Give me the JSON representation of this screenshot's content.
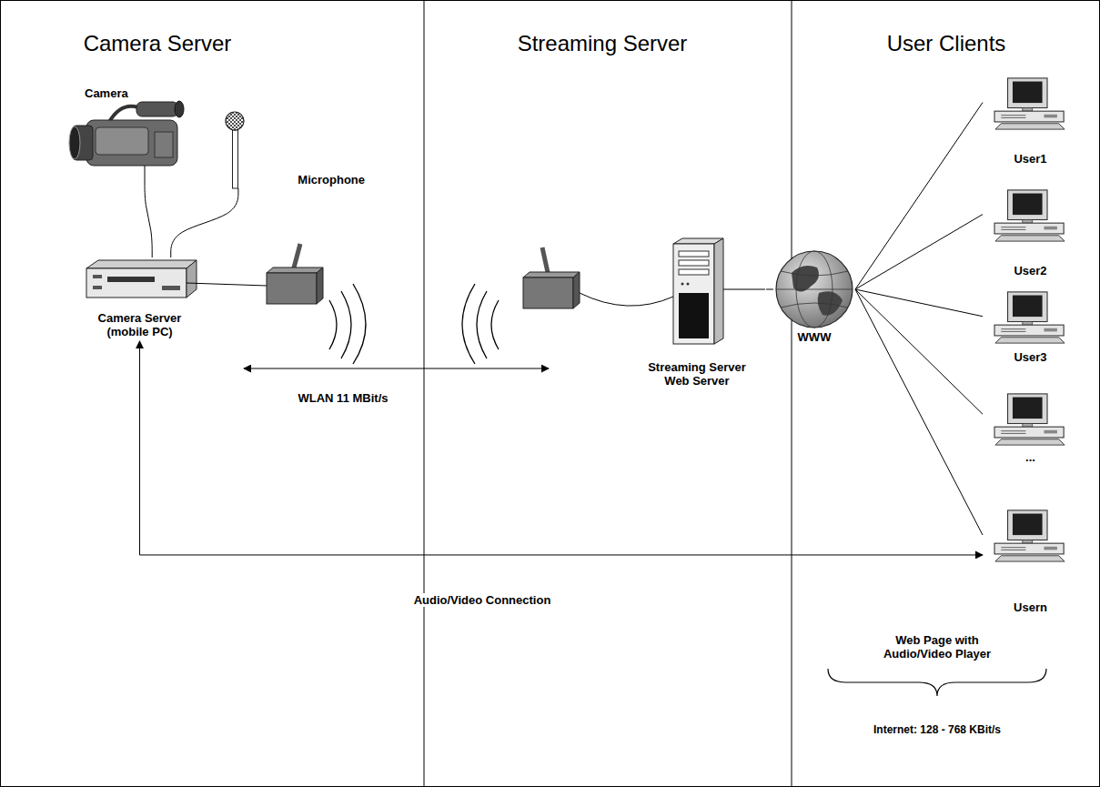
{
  "diagram": {
    "nodes": [
      {
        "text": [
          "Camera"
        ]
      },
      {
        "text": [
          "Microphone"
        ]
      },
      {
        "text": [
          "Camera Server (mobile PC)"
        ]
      },
      {
        "text": [
          "Streaming Server Web Server"
        ]
      },
      {
        "text": [
          "WWW"
        ]
      },
      {
        "text": [
          "User1"
        ]
      },
      {
        "text": [
          "User2"
        ]
      },
      {
        "text": [
          "User3"
        ]
      },
      {
        "text": [
          "..."
        ]
      },
      {
        "text": [
          "Usern"
        ]
      }
    ],
    "edges": [
      {
        "from": 0,
        "to": 2,
        "arrow": "none"
      },
      {
        "from": 1,
        "to": 2,
        "arrow": "none"
      },
      {
        "from": 3,
        "to": 4,
        "arrow": "none"
      },
      {
        "from": 4,
        "to": 5,
        "arrow": "none"
      },
      {
        "from": 4,
        "to": 6,
        "arrow": "none"
      },
      {
        "from": 4,
        "to": 7,
        "arrow": "none"
      },
      {
        "from": 4,
        "to": 8,
        "arrow": "none"
      },
      {
        "from": 4,
        "to": 9,
        "arrow": "none"
      },
      {
        "from": 2,
        "to": 9,
        "label": "Audio/Video Connection",
        "arrow": "both"
      }
    ],
    "labels": [
      "Camera Server",
      "Streaming Server",
      "User Clients",
      "WLAN 11 MBit/s",
      "Web Page with Audio/Video Player",
      "Internet: 128 - 768 KBit/s"
    ]
  }
}
